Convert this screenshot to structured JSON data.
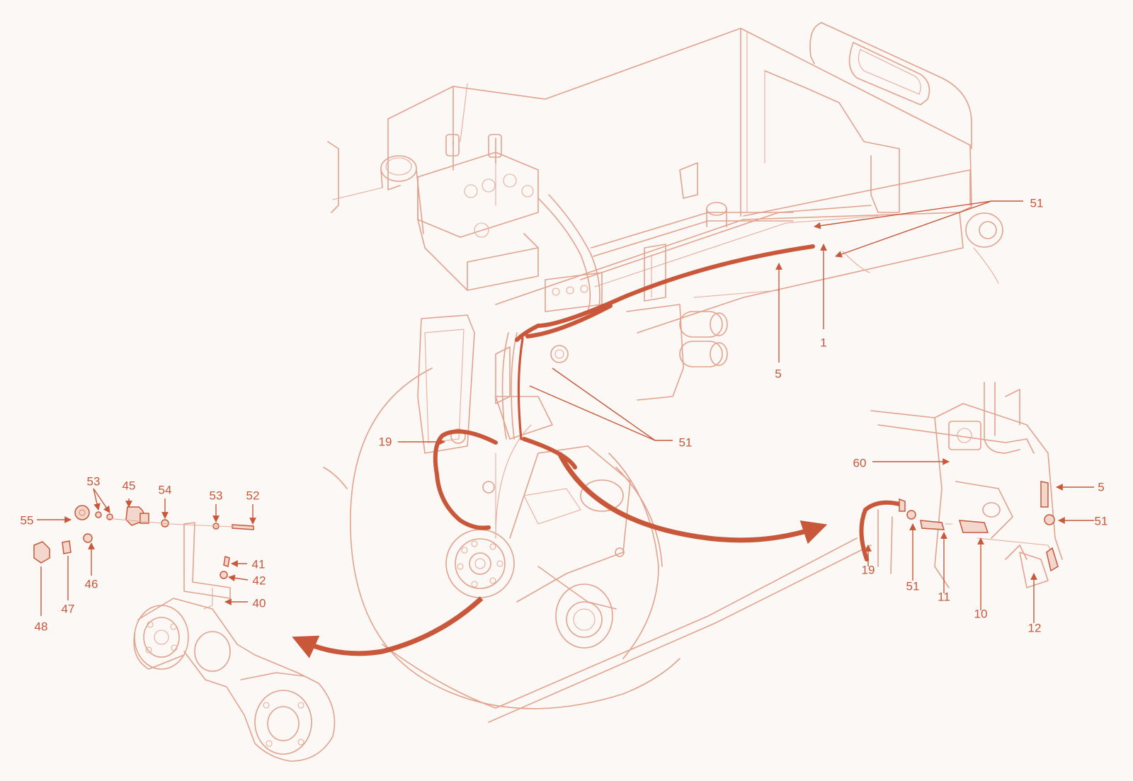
{
  "callouts": [
    {
      "id": "c51a",
      "text": "51"
    },
    {
      "id": "c1",
      "text": "1"
    },
    {
      "id": "c5a",
      "text": "5"
    },
    {
      "id": "c51b",
      "text": "51"
    },
    {
      "id": "c19a",
      "text": "19"
    },
    {
      "id": "c60",
      "text": "60"
    },
    {
      "id": "c5b",
      "text": "5"
    },
    {
      "id": "c51c",
      "text": "51"
    },
    {
      "id": "c19b",
      "text": "19"
    },
    {
      "id": "c51d",
      "text": "51"
    },
    {
      "id": "c11",
      "text": "11"
    },
    {
      "id": "c10",
      "text": "10"
    },
    {
      "id": "c12",
      "text": "12"
    },
    {
      "id": "c53a",
      "text": "53"
    },
    {
      "id": "c45",
      "text": "45"
    },
    {
      "id": "c54",
      "text": "54"
    },
    {
      "id": "c53b",
      "text": "53"
    },
    {
      "id": "c52",
      "text": "52"
    },
    {
      "id": "c55",
      "text": "55"
    },
    {
      "id": "c46",
      "text": "46"
    },
    {
      "id": "c47",
      "text": "47"
    },
    {
      "id": "c48",
      "text": "48"
    },
    {
      "id": "c41",
      "text": "41"
    },
    {
      "id": "c42",
      "text": "42"
    },
    {
      "id": "c40",
      "text": "40"
    }
  ],
  "colors": {
    "accent": "#c8583a",
    "line": "#e2a28e",
    "background": "#fbf8f5"
  }
}
